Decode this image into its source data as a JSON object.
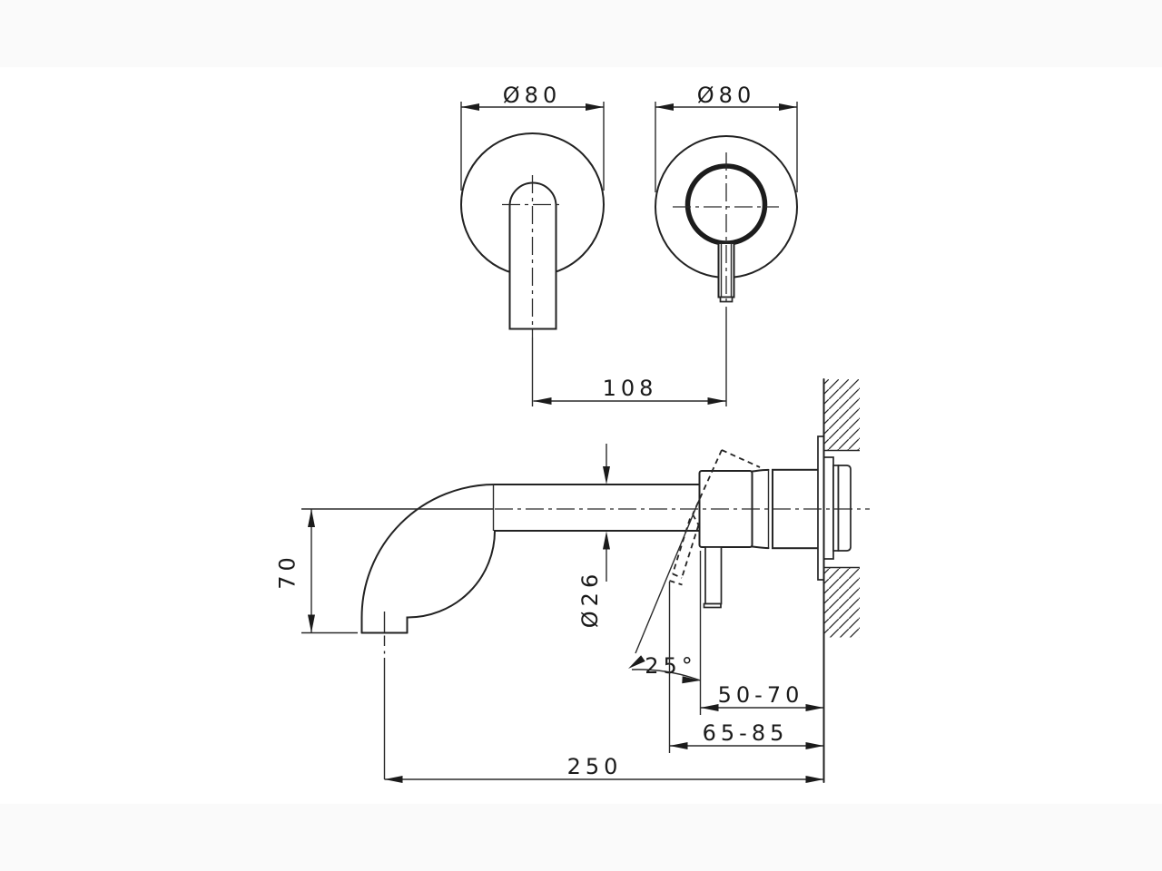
{
  "labels": {
    "front_left_diameter": "Ø80",
    "front_right_diameter": "Ø80",
    "spout_to_handle_distance": "108",
    "spout_drop": "70",
    "spout_diameter": "Ø26",
    "handle_angle": "25°",
    "handle_depth_range": "50-70",
    "handle_open_depth_range": "65-85",
    "spout_reach": "250"
  },
  "colors": {
    "background": "#ffffff",
    "letterbox": "#fafafa",
    "line": "#222222",
    "text": "#1a1a1a"
  }
}
